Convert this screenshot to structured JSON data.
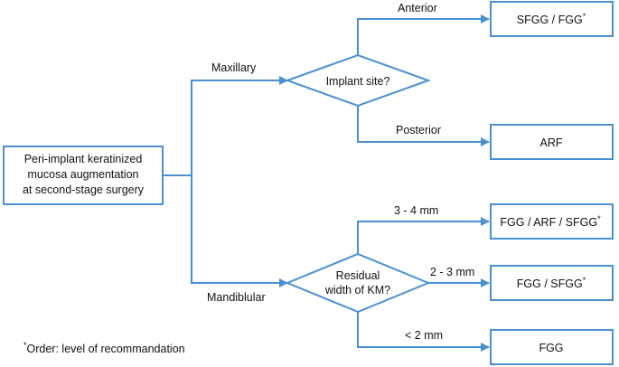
{
  "start": {
    "lines": [
      "Peri-implant keratinized",
      "mucosa augmentation",
      "at second-stage surgery"
    ]
  },
  "branches": {
    "maxillary": "Maxillary",
    "mandibular": "Mandiblular"
  },
  "decisions": {
    "implant_site": {
      "lines": [
        "Implant site?"
      ]
    },
    "residual_km": {
      "lines": [
        "Residual",
        "width of KM?"
      ]
    }
  },
  "edges": {
    "anterior": "Anterior",
    "posterior": "Posterior",
    "mm_3_4": "3 - 4 mm",
    "mm_2_3": "2 - 3 mm",
    "mm_lt2": "< 2 mm"
  },
  "outcomes": {
    "anterior": {
      "text": "SFGG / FGG",
      "mark": "*"
    },
    "posterior": {
      "text": "ARF",
      "mark": ""
    },
    "mm_3_4": {
      "text": "FGG / ARF / SFGG",
      "mark": "*"
    },
    "mm_2_3": {
      "text": "FGG / SFGG",
      "mark": "*"
    },
    "mm_lt2": {
      "text": "FGG",
      "mark": ""
    }
  },
  "footnote": {
    "mark": "*",
    "text": "Order: level of recommandation"
  },
  "colors": {
    "line": "#4a90d0",
    "text": "#111111"
  }
}
